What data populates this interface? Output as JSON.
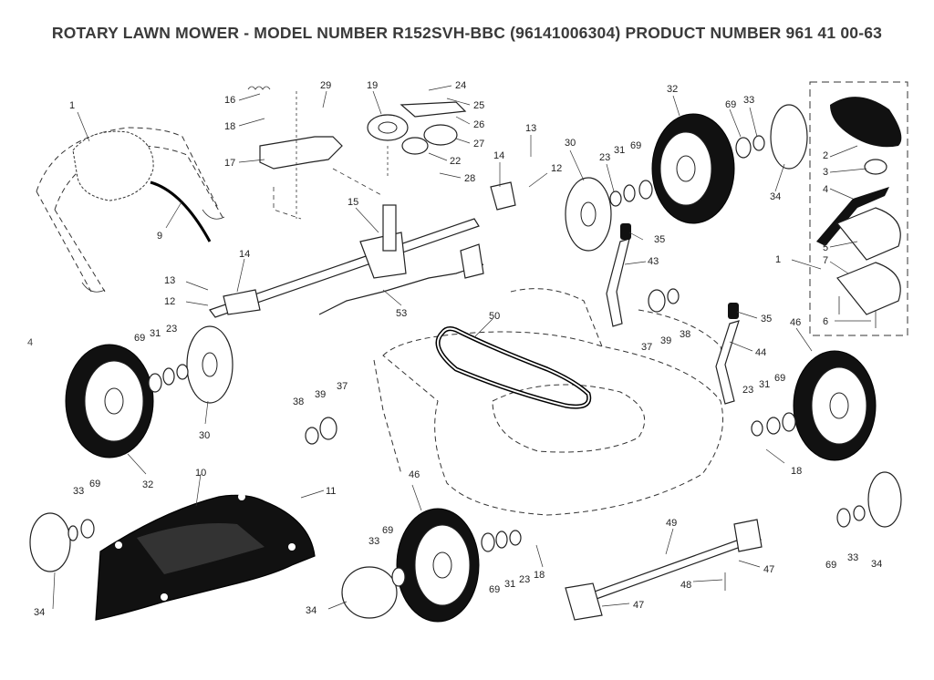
{
  "title": "ROTARY LAWN MOWER - MODEL NUMBER  R152SVH-BBC  (96141006304) PRODUCT NUMBER 961 41 00-63",
  "page_marker": "4",
  "callouts": [
    {
      "id": "c1a",
      "label": "1",
      "part": "handle"
    },
    {
      "id": "c9",
      "label": "9",
      "part": "control-cable"
    },
    {
      "id": "c16",
      "label": "16",
      "part": "spring"
    },
    {
      "id": "c18a",
      "label": "18",
      "part": "screw"
    },
    {
      "id": "c17",
      "label": "17",
      "part": "bracket"
    },
    {
      "id": "c29",
      "label": "29",
      "part": "screw"
    },
    {
      "id": "c19",
      "label": "19",
      "part": "pulley"
    },
    {
      "id": "c24",
      "label": "24",
      "part": "nut"
    },
    {
      "id": "c25",
      "label": "25",
      "part": "washer"
    },
    {
      "id": "c26",
      "label": "26",
      "part": "plate"
    },
    {
      "id": "c27",
      "label": "27",
      "part": "pulley"
    },
    {
      "id": "c22",
      "label": "22",
      "part": "pulley"
    },
    {
      "id": "c28",
      "label": "28",
      "part": "bolt"
    },
    {
      "id": "c13a",
      "label": "13",
      "part": "screw"
    },
    {
      "id": "c14a",
      "label": "14",
      "part": "bearing"
    },
    {
      "id": "c12a",
      "label": "12",
      "part": "clip"
    },
    {
      "id": "c30a",
      "label": "30",
      "part": "gear-disc"
    },
    {
      "id": "c23a",
      "label": "23",
      "part": "ring"
    },
    {
      "id": "c31a",
      "label": "31",
      "part": "washer"
    },
    {
      "id": "c69a",
      "label": "69",
      "part": "washer"
    },
    {
      "id": "c32a",
      "label": "32",
      "part": "wheel"
    },
    {
      "id": "c69b",
      "label": "69",
      "part": "washer"
    },
    {
      "id": "c33a",
      "label": "33",
      "part": "screw"
    },
    {
      "id": "c34a",
      "label": "34",
      "part": "hub-cap"
    },
    {
      "id": "c15",
      "label": "15",
      "part": "gearbox"
    },
    {
      "id": "c14b",
      "label": "14",
      "part": "bearing"
    },
    {
      "id": "c13b",
      "label": "13",
      "part": "screw"
    },
    {
      "id": "c12b",
      "label": "12",
      "part": "clip"
    },
    {
      "id": "c53",
      "label": "53",
      "part": "rod"
    },
    {
      "id": "c35a",
      "label": "35",
      "part": "knob"
    },
    {
      "id": "c43",
      "label": "43",
      "part": "height-lever"
    },
    {
      "id": "c37a",
      "label": "37",
      "part": "spring"
    },
    {
      "id": "c39a",
      "label": "39",
      "part": "sleeve"
    },
    {
      "id": "c38a",
      "label": "38",
      "part": "spring-clip"
    },
    {
      "id": "c50",
      "label": "50",
      "part": "belt"
    },
    {
      "id": "c35b",
      "label": "35",
      "part": "knob"
    },
    {
      "id": "c44",
      "label": "44",
      "part": "height-lever"
    },
    {
      "id": "c46a",
      "label": "46",
      "part": "wheel"
    },
    {
      "id": "c1b",
      "label": "1",
      "part": "drive-assembly"
    },
    {
      "id": "c2",
      "label": "2",
      "part": "cover"
    },
    {
      "id": "c3",
      "label": "3",
      "part": "knob"
    },
    {
      "id": "c4",
      "label": "4",
      "part": "lever"
    },
    {
      "id": "c5",
      "label": "5",
      "part": "plate"
    },
    {
      "id": "c7",
      "label": "7",
      "part": "plate"
    },
    {
      "id": "c6",
      "label": "6",
      "part": "screw"
    },
    {
      "id": "c69c",
      "label": "69",
      "part": "washer"
    },
    {
      "id": "c31b",
      "label": "31",
      "part": "washer"
    },
    {
      "id": "c23b",
      "label": "23",
      "part": "ring"
    },
    {
      "id": "c30b",
      "label": "30",
      "part": "gear-disc"
    },
    {
      "id": "c32b",
      "label": "32",
      "part": "wheel"
    },
    {
      "id": "c38b",
      "label": "38",
      "part": "spring-clip"
    },
    {
      "id": "c39b",
      "label": "39",
      "part": "sleeve"
    },
    {
      "id": "c37b",
      "label": "37",
      "part": "spring"
    },
    {
      "id": "c23c",
      "label": "23",
      "part": "ring"
    },
    {
      "id": "c31c",
      "label": "31",
      "part": "washer"
    },
    {
      "id": "c69d",
      "label": "69",
      "part": "washer"
    },
    {
      "id": "c18b",
      "label": "18",
      "part": "bolt"
    },
    {
      "id": "c33b",
      "label": "33",
      "part": "screw"
    },
    {
      "id": "c69e",
      "label": "69",
      "part": "washer"
    },
    {
      "id": "c10",
      "label": "10",
      "part": "rear-flap"
    },
    {
      "id": "c11",
      "label": "11",
      "part": "bolt"
    },
    {
      "id": "c34b",
      "label": "34",
      "part": "hub-cap"
    },
    {
      "id": "c46b",
      "label": "46",
      "part": "wheel"
    },
    {
      "id": "c69f",
      "label": "69",
      "part": "washer"
    },
    {
      "id": "c33c",
      "label": "33",
      "part": "screw"
    },
    {
      "id": "c69g",
      "label": "69",
      "part": "washer"
    },
    {
      "id": "c31d",
      "label": "31",
      "part": "washer"
    },
    {
      "id": "c23d",
      "label": "23",
      "part": "ring"
    },
    {
      "id": "c18c",
      "label": "18",
      "part": "bolt"
    },
    {
      "id": "c34c",
      "label": "34",
      "part": "hub-cap"
    },
    {
      "id": "c49",
      "label": "49",
      "part": "axle"
    },
    {
      "id": "c47a",
      "label": "47",
      "part": "bracket"
    },
    {
      "id": "c48",
      "label": "48",
      "part": "pin"
    },
    {
      "id": "c47b",
      "label": "47",
      "part": "bracket"
    },
    {
      "id": "c69h",
      "label": "69",
      "part": "washer"
    },
    {
      "id": "c33d",
      "label": "33",
      "part": "screw"
    },
    {
      "id": "c34d",
      "label": "34",
      "part": "hub-cap"
    }
  ]
}
